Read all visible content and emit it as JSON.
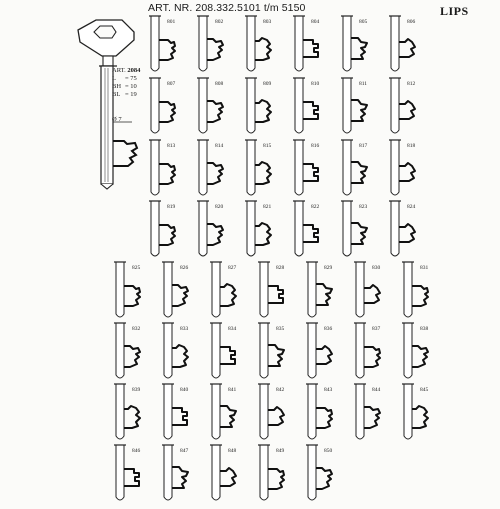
{
  "header": {
    "article": "ART. NR. 208.332.5101 t/m 5150",
    "brand": "LIPS"
  },
  "key_specs": {
    "art_label": "ART.",
    "art_number": "2084",
    "rows": [
      {
        "label": "L",
        "value": "= 75"
      },
      {
        "label": "BH",
        "value": "= 10"
      },
      {
        "label": "BL",
        "value": "= 19"
      }
    ],
    "diameter": "Ø 7"
  },
  "profiles": [
    [
      "801",
      "802",
      "803",
      "804",
      "805",
      "806"
    ],
    [
      "807",
      "808",
      "809",
      "810",
      "811",
      "812"
    ],
    [
      "813",
      "814",
      "815",
      "816",
      "817",
      "818"
    ],
    [
      "819",
      "820",
      "821",
      "822",
      "823",
      "824"
    ],
    [
      "825",
      "826",
      "827",
      "828",
      "829",
      "830",
      "831"
    ],
    [
      "832",
      "833",
      "834",
      "835",
      "836",
      "837",
      "838"
    ],
    [
      "839",
      "840",
      "841",
      "842",
      "843",
      "844",
      "845"
    ],
    [
      "846",
      "847",
      "848",
      "849",
      "850"
    ]
  ]
}
